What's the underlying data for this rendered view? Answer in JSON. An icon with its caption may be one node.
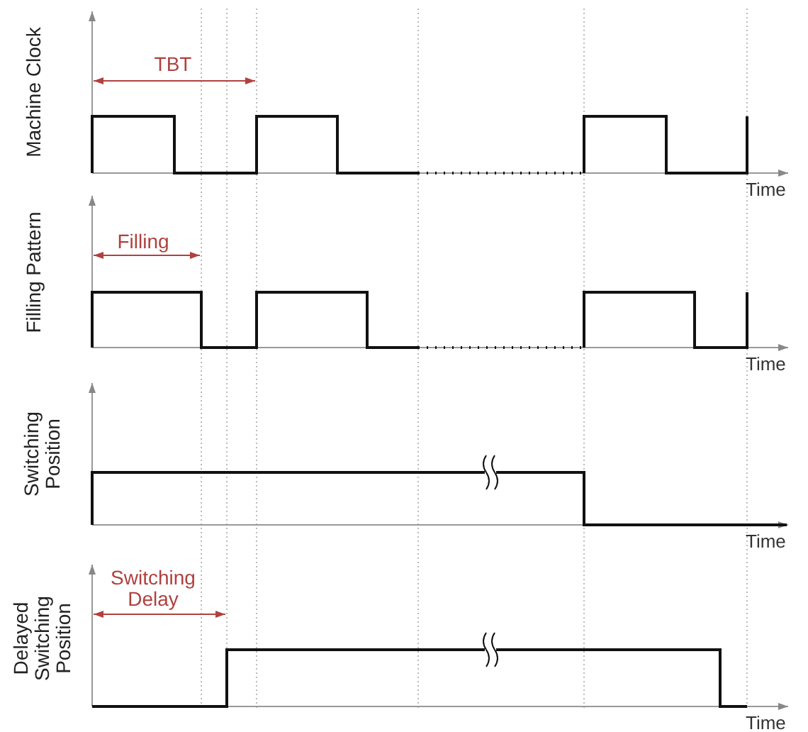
{
  "diagram": {
    "labels": [
      "Machine Clock",
      "TBT",
      "Time",
      "Filling Pattern",
      "Filling",
      "Time",
      "Switching Position",
      "Time",
      "Switching Delay",
      "Delayed Switching Position",
      "Time"
    ]
  }
}
